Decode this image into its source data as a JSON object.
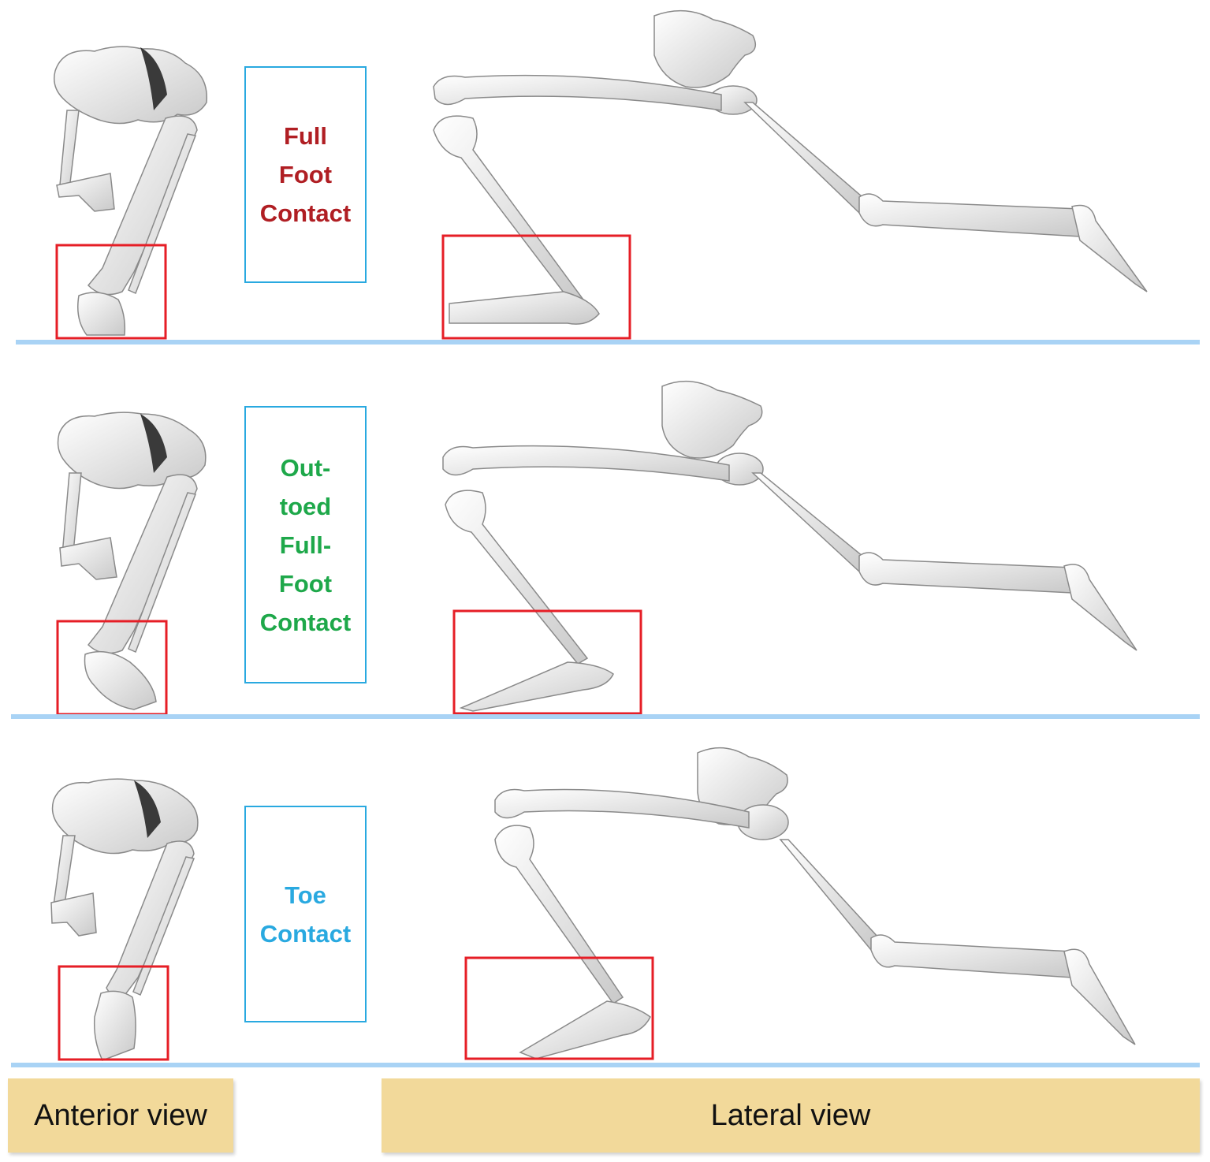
{
  "panels": [
    {
      "label": "Full\nFoot\nContact",
      "color": "#b01e23"
    },
    {
      "label": "Out-\ntoed\nFull-\nFoot\nContact",
      "color": "#1ea84a"
    },
    {
      "label": "Toe\nContact",
      "color": "#29a9e0"
    }
  ],
  "footer": {
    "anterior": "Anterior view",
    "lateral": "Lateral view"
  },
  "colors": {
    "ground": "#a9d3f5",
    "highlight_box": "#e61e26",
    "label_border": "#29a9e0",
    "footer_bg": "#f2d99a"
  },
  "icons": [
    "pelvis",
    "femur",
    "tibia",
    "foot-bones"
  ]
}
